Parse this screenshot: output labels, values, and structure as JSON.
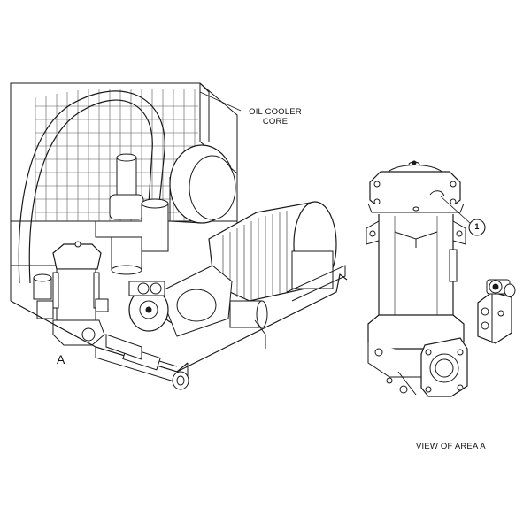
{
  "labels": {
    "oil_cooler_line1": "OIL COOLER",
    "oil_cooler_line2": "CORE",
    "area_marker": "A",
    "view_caption": "VIEW OF AREA A",
    "callout_1": "1"
  },
  "colors": {
    "ink": "#1a1a1a",
    "fill": "#ffffff",
    "shade": "#d9d9d9"
  }
}
